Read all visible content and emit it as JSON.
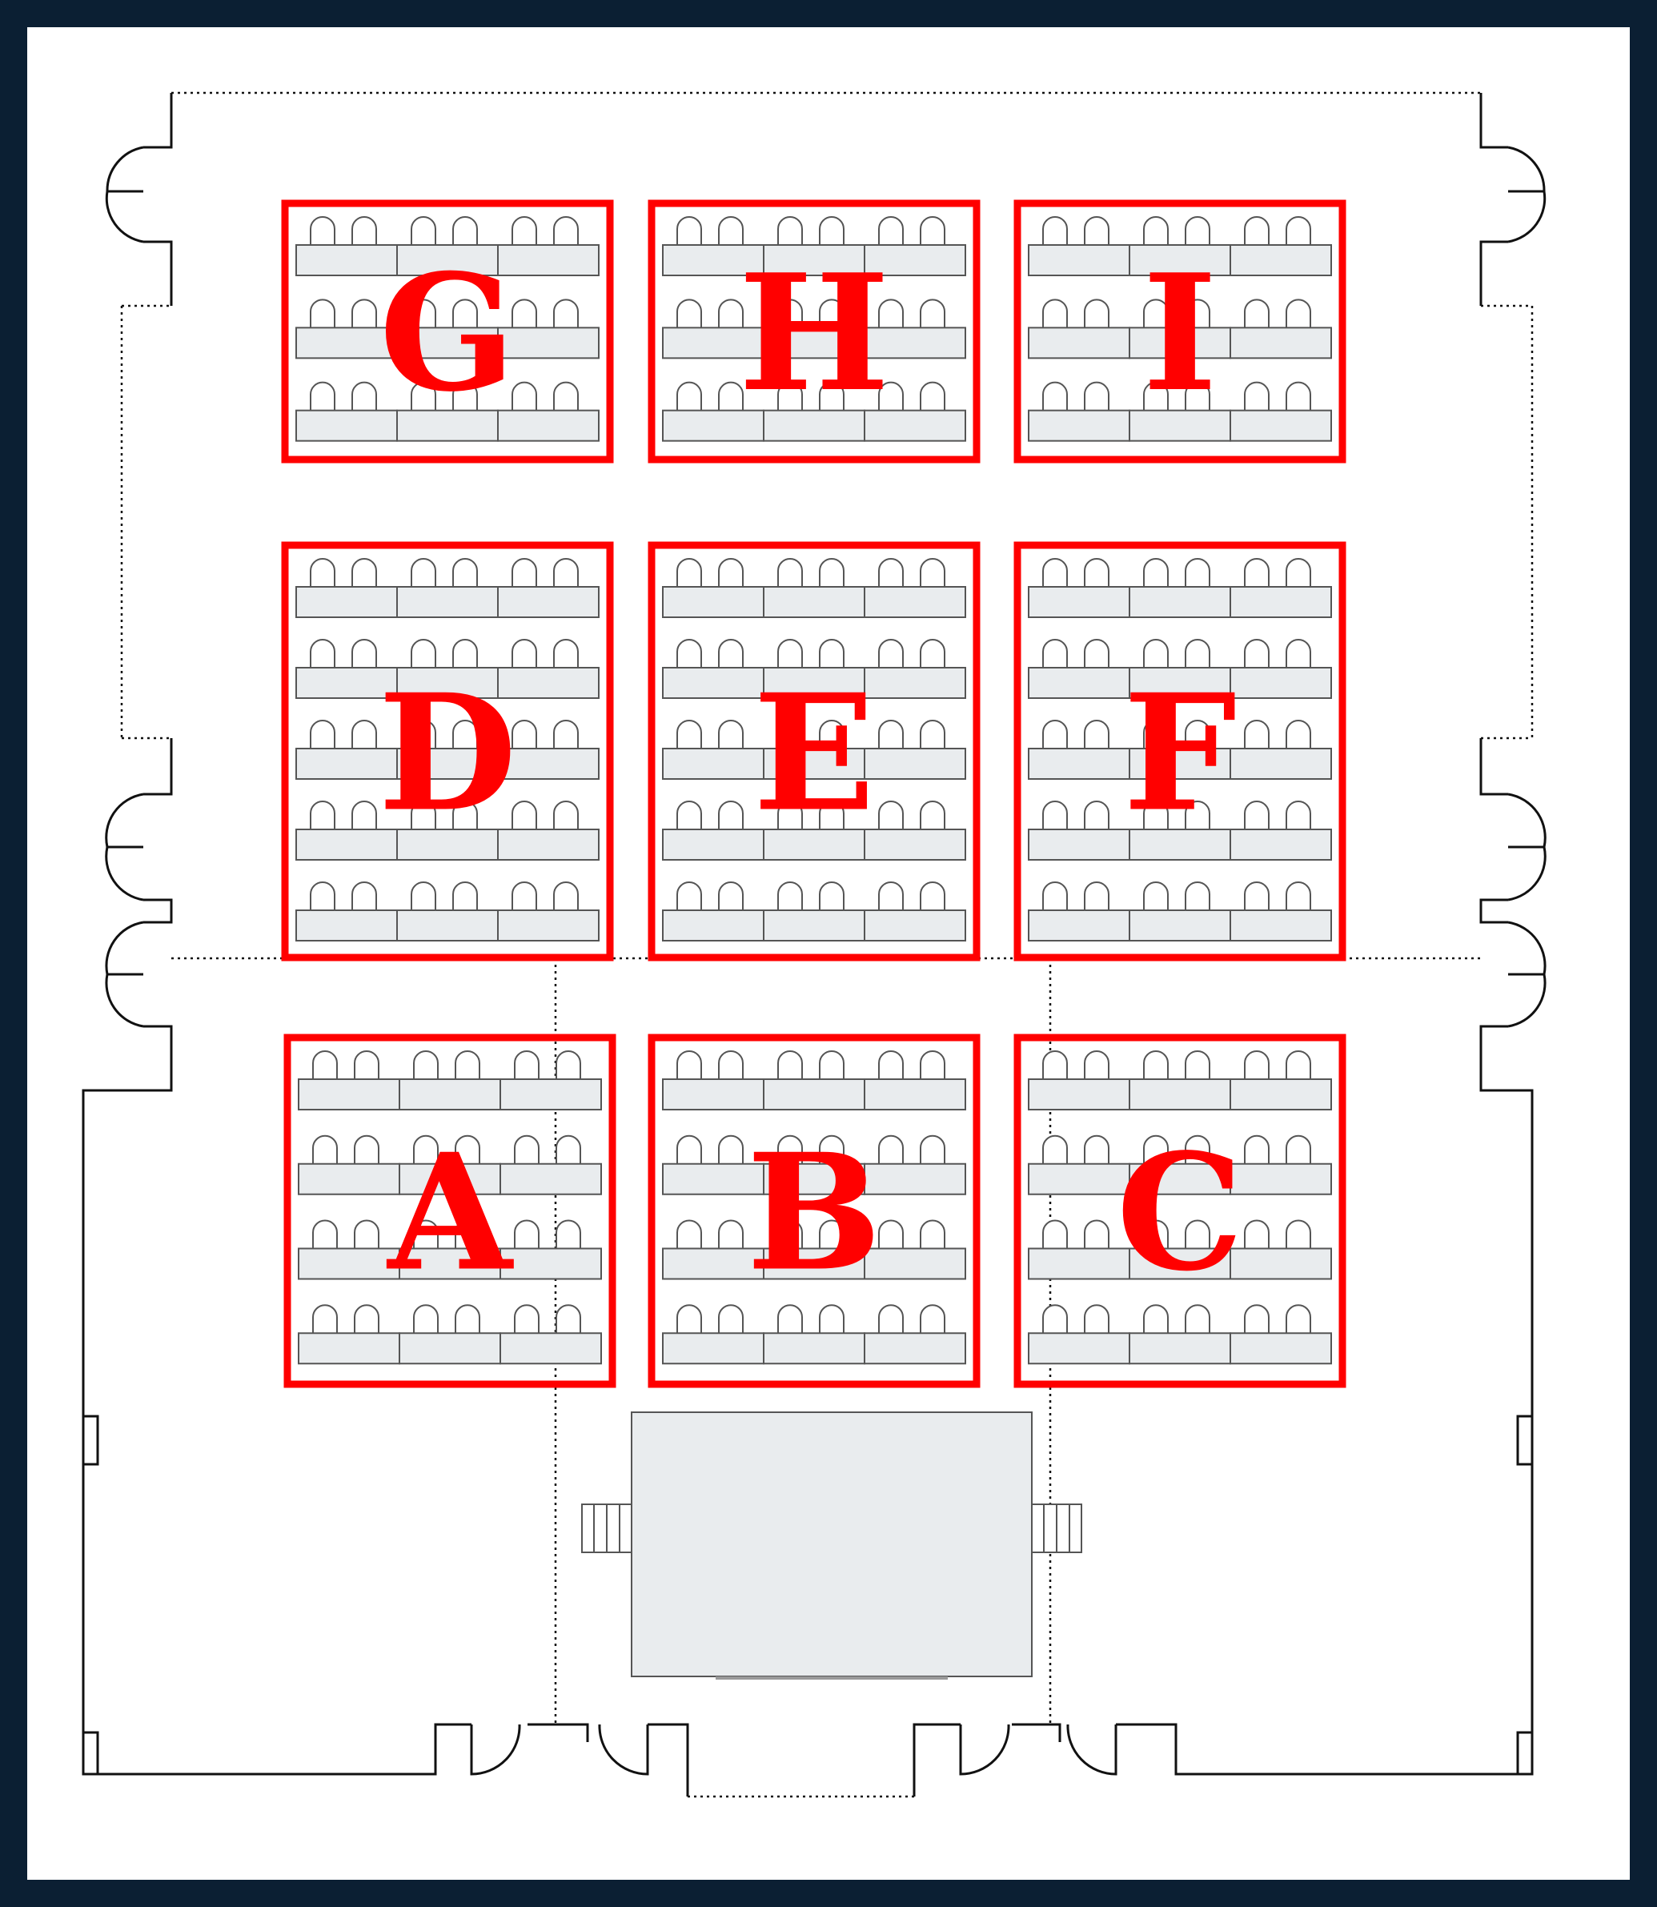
{
  "floor_plan": {
    "zones": [
      {
        "id": "G",
        "label": "G",
        "rows": 3
      },
      {
        "id": "H",
        "label": "H",
        "rows": 3
      },
      {
        "id": "I",
        "label": "I",
        "rows": 3
      },
      {
        "id": "D",
        "label": "D",
        "rows": 5
      },
      {
        "id": "E",
        "label": "E",
        "rows": 5
      },
      {
        "id": "F",
        "label": "F",
        "rows": 5
      },
      {
        "id": "A",
        "label": "A",
        "rows": 4
      },
      {
        "id": "B",
        "label": "B",
        "rows": 4
      },
      {
        "id": "C",
        "label": "C",
        "rows": 4
      }
    ],
    "tables_per_row": 3,
    "chairs_per_table": 2
  },
  "colors": {
    "background": "#0b1f33",
    "zone_outline": "#ff0000",
    "zone_label": "#ff0000",
    "table_fill": "#e9ecee",
    "stage_fill": "#e9ecee"
  }
}
